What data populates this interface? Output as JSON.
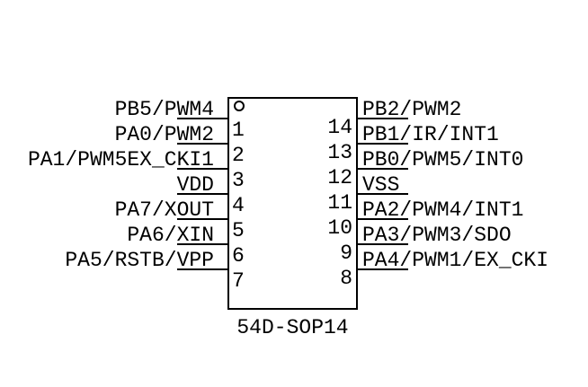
{
  "chip": {
    "package_label": "54D-SOP14"
  },
  "colors": {
    "background": "#ffffff",
    "line": "#000000",
    "text": "#000000"
  },
  "pins_left": [
    {
      "number": "1",
      "label": "PB5/PWM4"
    },
    {
      "number": "2",
      "label": "PA0/PWM2"
    },
    {
      "number": "3",
      "label": "PA1/PWM5EX_CKI1"
    },
    {
      "number": "4",
      "label": "VDD"
    },
    {
      "number": "5",
      "label": "PA7/XOUT"
    },
    {
      "number": "6",
      "label": "PA6/XIN"
    },
    {
      "number": "7",
      "label": "PA5/RSTB/VPP"
    }
  ],
  "pins_right": [
    {
      "number": "14",
      "label": "PB2/PWM2"
    },
    {
      "number": "13",
      "label": "PB1/IR/INT1"
    },
    {
      "number": "12",
      "label": "PB0/PWM5/INT0"
    },
    {
      "number": "11",
      "label": "VSS"
    },
    {
      "number": "10",
      "label": "PA2/PWM4/INT1"
    },
    {
      "number": "9",
      "label": "PA3/PWM3/SDO"
    },
    {
      "number": "8",
      "label": "PA4/PWM1/EX_CKI"
    }
  ]
}
